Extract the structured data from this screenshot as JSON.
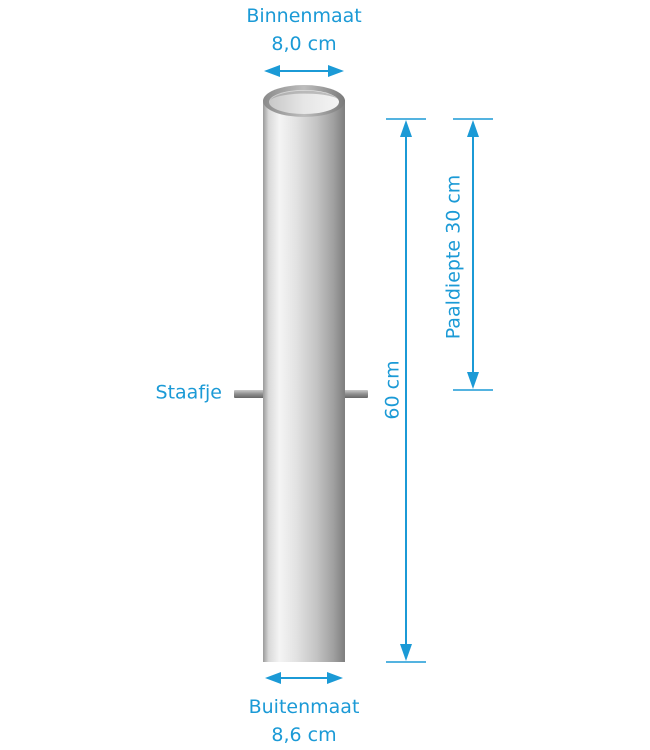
{
  "colors": {
    "accent": "#1b9ad6",
    "pipe_light": "#f2f2f2",
    "pipe_dark": "#8c8c8c",
    "background": "#ffffff"
  },
  "labels": {
    "inner_title": "Binnenmaat",
    "inner_value": "8,0 cm",
    "outer_title": "Buitenmaat",
    "outer_value": "8,6 cm",
    "rod": "Staafje",
    "length": "60 cm",
    "depth": "Paaldiepte 30 cm"
  }
}
